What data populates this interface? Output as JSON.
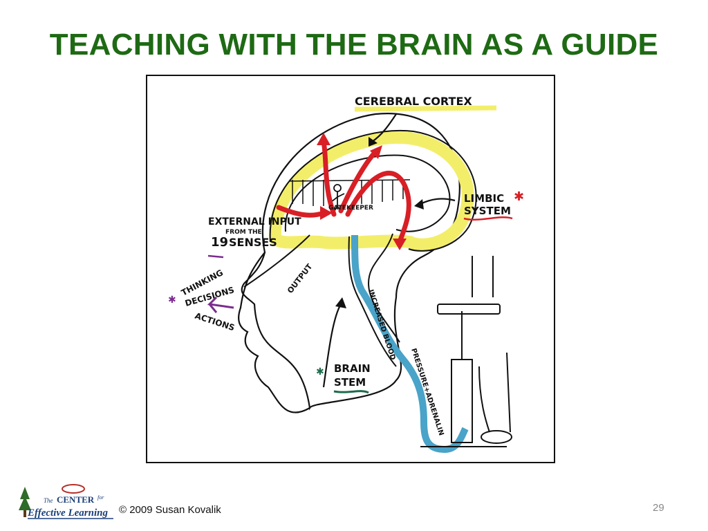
{
  "slide": {
    "title": "TEACHING WITH THE BRAIN AS A GUIDE",
    "copyright": "© 2009 Susan Kovalik",
    "page_number": "29"
  },
  "illustration": {
    "labels": {
      "cerebral_cortex": "CEREBRAL CORTEX",
      "limbic": "LIMBIC",
      "system": "SYSTEM",
      "gatekeeper": "GATEKEEPER",
      "external_input": "EXTERNAL INPUT",
      "from_the": "FROM   THE",
      "senses_num": "19",
      "senses": "SENSES",
      "output": "OUTPUT",
      "thinking": "THINKING",
      "decisions": "DECISIONS",
      "actions": "ACTIONS",
      "increased_blood": "INCREASED BLOOD",
      "pressure_adrenalin": "PRESSURE+ADRENALIN",
      "brain": "BRAIN",
      "stem": "STEM"
    },
    "colors": {
      "cortex_yellow": "#f3ee6a",
      "arrow_red": "#d81f26",
      "stem_blue": "#4aa3c8",
      "underline_red": "#d81f26",
      "underline_purple": "#7b2d8e",
      "underline_green": "#1c6b4a"
    }
  },
  "logo": {
    "the": "The",
    "center": "CENTER",
    "for": "for",
    "effective_learning": "Effective Learning",
    "colors": {
      "tree": "#2f6b2a",
      "text": "#1b3f7a",
      "banner": "#b5302a"
    }
  }
}
